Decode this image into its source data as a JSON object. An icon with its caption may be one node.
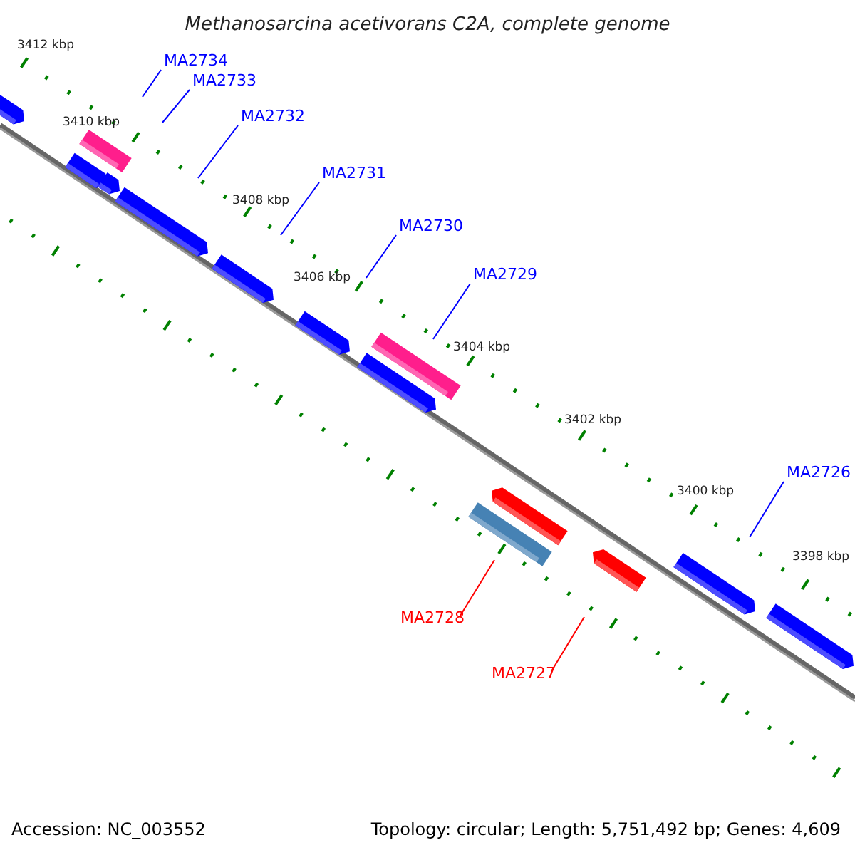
{
  "diagram": {
    "title": "Methanosarcina acetivorans C2A, complete genome",
    "nodes": [
      {
        "text": [
          "MA2734"
        ]
      },
      {
        "text": [
          "MA2733"
        ]
      },
      {
        "text": [
          "MA2732"
        ]
      },
      {
        "text": [
          "MA2731"
        ]
      },
      {
        "text": [
          "MA2730"
        ]
      },
      {
        "text": [
          "MA2729"
        ]
      },
      {
        "text": [
          "MA2726"
        ]
      },
      {
        "text": [
          "MA2728"
        ]
      },
      {
        "text": [
          "MA2727"
        ]
      }
    ],
    "edges": [
      {
        "from": 0,
        "to": null,
        "arrow": "none"
      },
      {
        "from": 1,
        "to": null,
        "arrow": "none"
      },
      {
        "from": 2,
        "to": null,
        "arrow": "none"
      },
      {
        "from": 3,
        "to": null,
        "arrow": "none"
      },
      {
        "from": 4,
        "to": null,
        "arrow": "none"
      },
      {
        "from": 5,
        "to": null,
        "arrow": "none"
      },
      {
        "from": 6,
        "to": null,
        "arrow": "none"
      },
      {
        "from": 7,
        "to": null,
        "arrow": "none",
        "color": "#ff0000"
      },
      {
        "from": 8,
        "to": null,
        "arrow": "none",
        "color": "#ff0000"
      }
    ],
    "labels": [
      "3412 kbp",
      "3410 kbp",
      "3408 kbp",
      "3406 kbp",
      "3404 kbp",
      "3402 kbp",
      "3400 kbp",
      "3398 kbp",
      "Accession: NC_003552",
      "Topology: circular; Length: 5,751,492 bp; Genes: 4,609"
    ]
  }
}
